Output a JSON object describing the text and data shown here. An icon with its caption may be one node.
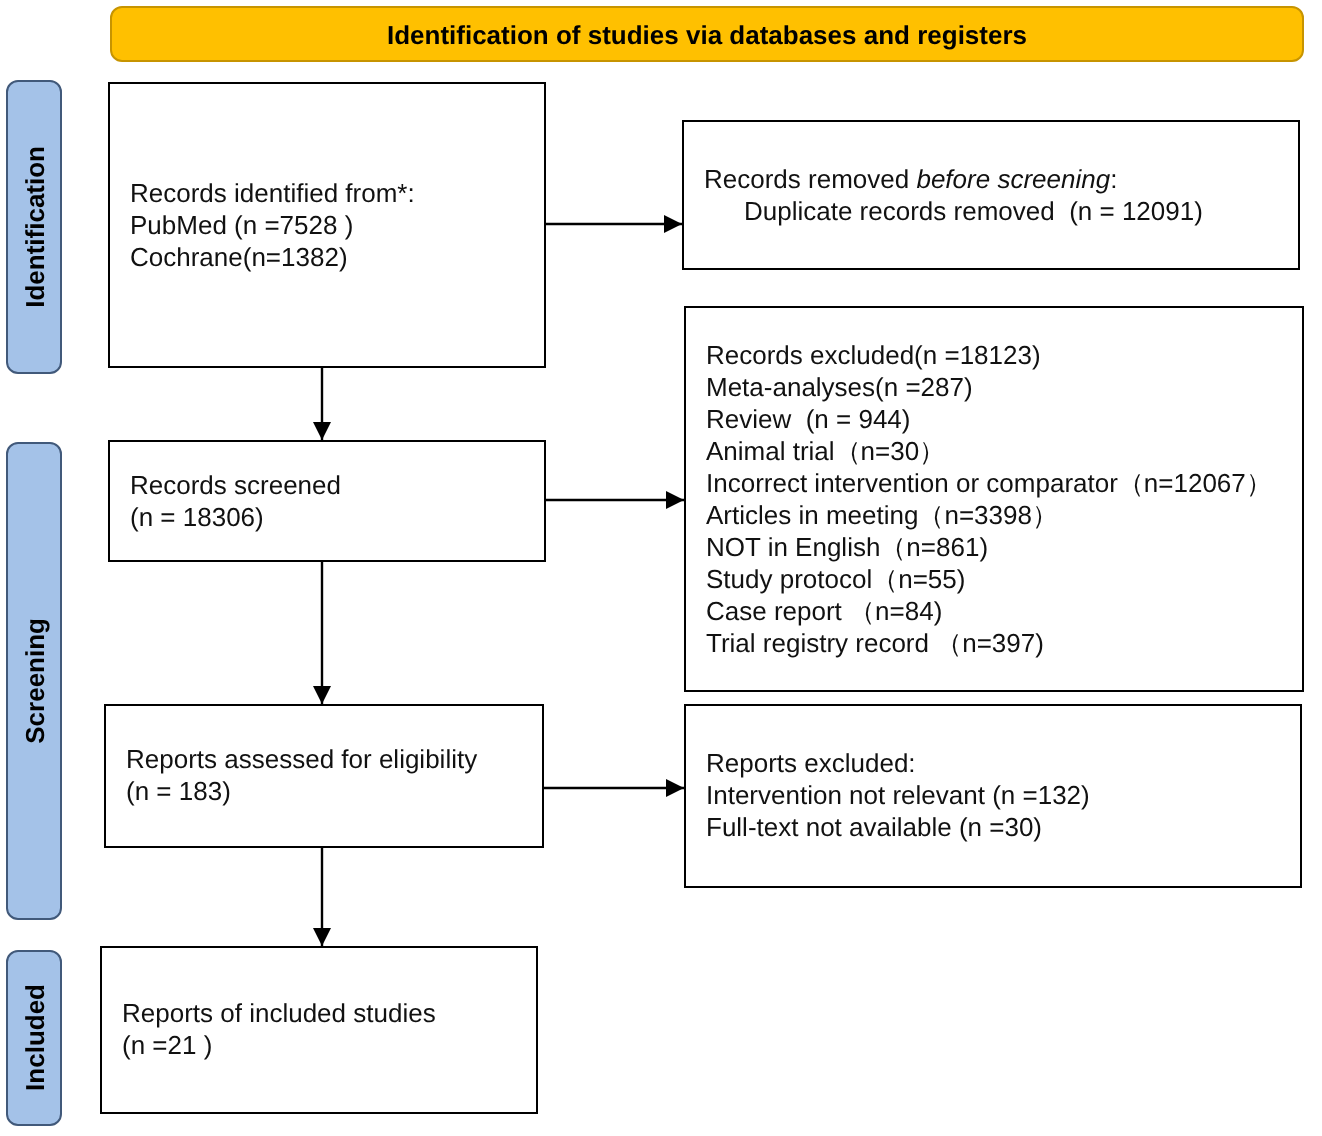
{
  "diagram": {
    "nodes": [
      {
        "text": [
          "Identification of studies via databases and registers"
        ]
      },
      {
        "text": [
          "Identification"
        ]
      },
      {
        "text": [
          "Screening"
        ]
      },
      {
        "text": [
          "Included"
        ]
      },
      {
        "text": [
          "Records identified from*:",
          "PubMed (n =7528 )",
          "Cochrane(n=1382)"
        ]
      },
      {
        "text": [
          "Records removed *before screening*:",
          "Duplicate records removed  (n = 12091)"
        ]
      },
      {
        "text": [
          "Records screened",
          "(n = 18306)"
        ]
      },
      {
        "text": [
          "Records excluded(n =18123)",
          "Meta-analyses(n =287)",
          "Review  (n = 944)",
          "Animal trial（n=30）",
          "Incorrect intervention or comparator（n=12067）",
          "Articles in meeting（n=3398）",
          "NOT in English（n=861)",
          "Study protocol（n=55)",
          "Case report （n=84)",
          "Trial registry record （n=397)"
        ]
      },
      {
        "text": [
          "Reports assessed for eligibility",
          "(n = 183)"
        ]
      },
      {
        "text": [
          "Reports excluded:",
          "Intervention not relevant (n =132)",
          "Full-text not available (n =30)"
        ]
      },
      {
        "text": [
          "Reports of included studies",
          "(n =21 )"
        ]
      }
    ],
    "edges": [
      {
        "from": 4,
        "to": 5,
        "arrow": "to"
      },
      {
        "from": 4,
        "to": 6,
        "arrow": "to"
      },
      {
        "from": 6,
        "to": 7,
        "arrow": "to"
      },
      {
        "from": 6,
        "to": 8,
        "arrow": "to"
      },
      {
        "from": 8,
        "to": 9,
        "arrow": "to"
      },
      {
        "from": 8,
        "to": 10,
        "arrow": "to"
      }
    ]
  }
}
